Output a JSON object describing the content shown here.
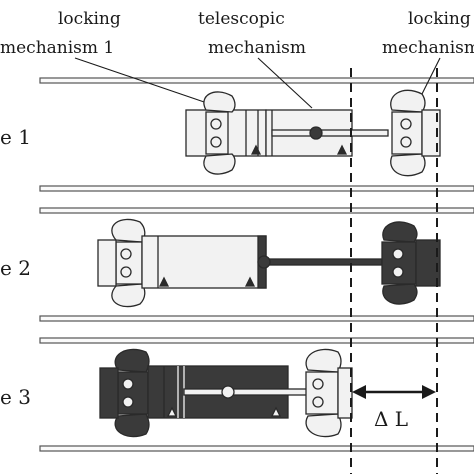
{
  "labels": {
    "locking_mechanism_1_line1": "locking",
    "locking_mechanism_1_line2": "mechanism 1",
    "telescopic_line1": "telescopic",
    "telescopic_line2": "mechanism",
    "locking_mechanism_2_line1": "locking",
    "locking_mechanism_2_line2": "mechanism",
    "stage_1": "e 1",
    "stage_2": "e 2",
    "stage_3": "e 3",
    "delta_l": "Δ L"
  },
  "colors": {
    "light_fill": "#f2f2f2",
    "dark_fill": "#3a3a3a",
    "outline": "#2a2a2a",
    "rail": "#555555"
  }
}
